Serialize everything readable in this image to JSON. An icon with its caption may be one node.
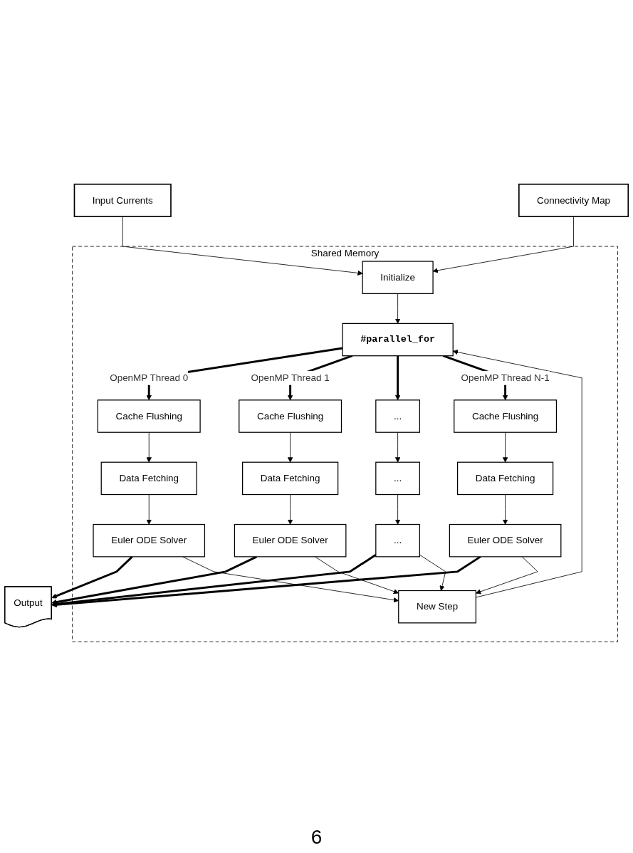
{
  "diagram": {
    "nodes": [
      {
        "text": [
          "Shared Memory"
        ]
      },
      {
        "text": [
          "Input Currents"
        ]
      },
      {
        "text": [
          "Connectivity Map"
        ]
      },
      {
        "text": [
          "Initialize"
        ],
        "in": 0
      },
      {
        "text": [
          "#parallel_for"
        ],
        "in": 0
      },
      {
        "text": [
          "New Step"
        ],
        "in": 0
      },
      {
        "text": [
          "Cache Flushing"
        ],
        "in": 0
      },
      {
        "text": [
          "Cache Flushing"
        ],
        "in": 0
      },
      {
        "text": [
          "..."
        ],
        "in": 0
      },
      {
        "text": [
          "Cache Flushing"
        ],
        "in": 0
      },
      {
        "text": [
          "Data Fetching"
        ],
        "in": 0
      },
      {
        "text": [
          "Data Fetching"
        ],
        "in": 0
      },
      {
        "text": [
          "..."
        ],
        "in": 0
      },
      {
        "text": [
          "Data Fetching"
        ],
        "in": 0
      },
      {
        "text": [
          "Euler ODE Solver"
        ],
        "in": 0
      },
      {
        "text": [
          "Euler ODE Solver"
        ],
        "in": 0
      },
      {
        "text": [
          "..."
        ],
        "in": 0
      },
      {
        "text": [
          "Euler ODE Solver"
        ],
        "in": 0
      },
      {
        "text": [
          "Output"
        ]
      }
    ],
    "edges": [
      {
        "from": 1,
        "to": 3,
        "arrow": "to"
      },
      {
        "from": 2,
        "to": 3,
        "arrow": "to"
      },
      {
        "from": 3,
        "to": 4,
        "arrow": "to"
      },
      {
        "from": 4,
        "to": 6,
        "arrow": "to",
        "label": "OpenMP Thread 0",
        "style": "thick"
      },
      {
        "from": 4,
        "to": 7,
        "arrow": "to",
        "label": "OpenMP Thread 1",
        "style": "thick"
      },
      {
        "from": 4,
        "to": 8,
        "arrow": "to",
        "style": "thick"
      },
      {
        "from": 4,
        "to": 9,
        "arrow": "to",
        "label": "OpenMP Thread N-1",
        "style": "thick"
      },
      {
        "from": 6,
        "to": 10,
        "arrow": "to"
      },
      {
        "from": 7,
        "to": 11,
        "arrow": "to"
      },
      {
        "from": 8,
        "to": 12,
        "arrow": "to"
      },
      {
        "from": 9,
        "to": 13,
        "arrow": "to"
      },
      {
        "from": 10,
        "to": 14,
        "arrow": "to"
      },
      {
        "from": 11,
        "to": 15,
        "arrow": "to"
      },
      {
        "from": 12,
        "to": 16,
        "arrow": "to"
      },
      {
        "from": 13,
        "to": 17,
        "arrow": "to"
      },
      {
        "from": 14,
        "to": 18,
        "arrow": "to",
        "style": "thick"
      },
      {
        "from": 15,
        "to": 18,
        "arrow": "to",
        "style": "thick"
      },
      {
        "from": 16,
        "to": 18,
        "arrow": "to",
        "style": "thick"
      },
      {
        "from": 17,
        "to": 18,
        "arrow": "to",
        "style": "thick"
      },
      {
        "from": 14,
        "to": 5,
        "arrow": "to"
      },
      {
        "from": 15,
        "to": 5,
        "arrow": "to"
      },
      {
        "from": 16,
        "to": 5,
        "arrow": "to"
      },
      {
        "from": 17,
        "to": 5,
        "arrow": "to"
      },
      {
        "from": 5,
        "to": 4,
        "arrow": "to"
      }
    ],
    "labels": [
      "6"
    ]
  }
}
